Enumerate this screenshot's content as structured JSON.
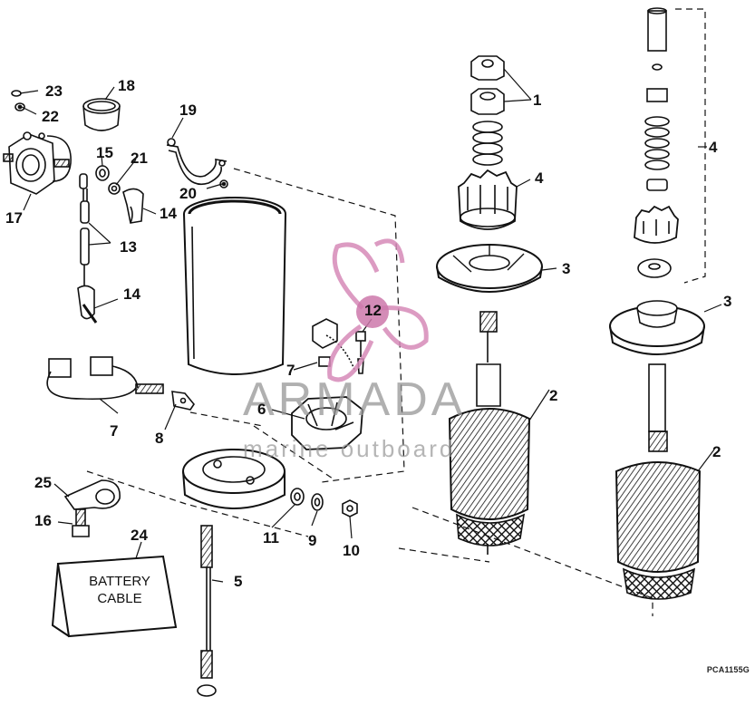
{
  "diagram": {
    "figure_code": "PCA1155G",
    "battery_label_line1": "BATTERY",
    "battery_label_line2": "CABLE",
    "watermark": {
      "brand": "ARMADA",
      "tagline": "marine outboard",
      "color": "#d68ab8"
    },
    "callouts": {
      "c1": "1",
      "c2a": "2",
      "c2b": "2",
      "c3a": "3",
      "c3b": "3",
      "c4a": "4",
      "c4b": "4",
      "c5": "5",
      "c6": "6",
      "c7a": "7",
      "c7b": "7",
      "c8": "8",
      "c9": "9",
      "c10": "10",
      "c11": "11",
      "c12": "12",
      "c13": "13",
      "c14a": "14",
      "c14b": "14",
      "c15": "15",
      "c16": "16",
      "c17": "17",
      "c18": "18",
      "c19": "19",
      "c20": "20",
      "c21": "21",
      "c22": "22",
      "c23": "23",
      "c24": "24",
      "c25": "25"
    }
  }
}
